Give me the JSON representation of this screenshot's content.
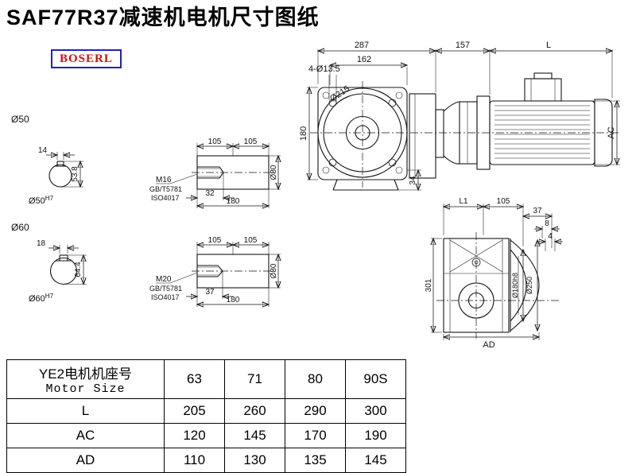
{
  "page": {
    "title": "SAF77R37减速机电机尺寸图纸",
    "logo": "BOSERL"
  },
  "dims": {
    "shaft50": {
      "dia": "Ø50",
      "key_w": "14",
      "key_h": "53.8",
      "fit_base": "Ø50",
      "fit_tol": "H7"
    },
    "shaft60": {
      "dia": "Ø60",
      "key_w": "18",
      "key_h": "64.4",
      "fit_base": "Ø60",
      "fit_tol": "H7"
    },
    "shaft_m16": {
      "seg1": "105",
      "seg2": "105",
      "thread": "M16",
      "std1": "GB/T5781",
      "std2": "ISO4017",
      "tap_len": "32",
      "total_len": "180",
      "dia": "Ø80"
    },
    "shaft_m20": {
      "seg1": "105",
      "seg2": "105",
      "thread": "M20",
      "std1": "GB/T5781",
      "std2": "ISO4017",
      "tap_len": "37",
      "total_len": "180",
      "dia": "Ø80"
    },
    "front": {
      "overall_w": "287",
      "inner_w": "162",
      "holes": "4-Ø13.5",
      "flange_dia": "Ø215",
      "height": "180",
      "foot_h": "34"
    },
    "side": {
      "adapter_len": "157",
      "motor_len": "L",
      "motor_od": "AC"
    },
    "output": {
      "l1": "L1",
      "seg": "105",
      "d37": "37",
      "d8": "8",
      "d4": "4",
      "height": "301",
      "spigot": "Ø180h8",
      "flange": "Ø250",
      "ad": "AD"
    }
  },
  "table": {
    "header": {
      "title_cn": "YE2电机机座号",
      "title_en": "Motor Size",
      "sizes": [
        "63",
        "71",
        "80",
        "90S"
      ]
    },
    "rows": [
      {
        "label": "L",
        "values": [
          "205",
          "260",
          "290",
          "300"
        ]
      },
      {
        "label": "AC",
        "values": [
          "120",
          "145",
          "170",
          "190"
        ]
      },
      {
        "label": "AD",
        "values": [
          "110",
          "130",
          "135",
          "145"
        ]
      }
    ]
  }
}
